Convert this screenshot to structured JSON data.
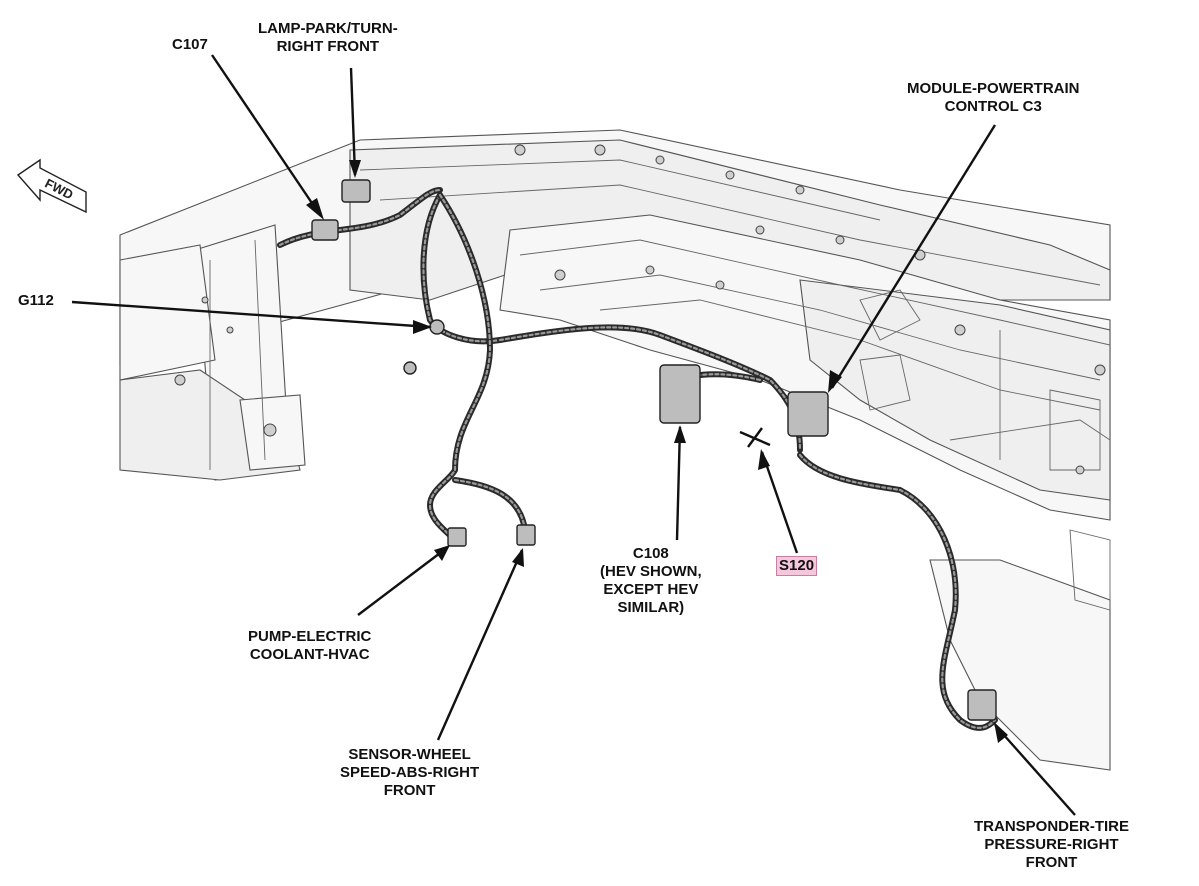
{
  "direction_marker": {
    "label": "FWD"
  },
  "callouts": {
    "lamp_park_turn": [
      "LAMP-PARK/TURN-",
      "RIGHT FRONT"
    ],
    "c107": [
      "C107"
    ],
    "module_pcm": [
      "MODULE-POWERTRAIN",
      "CONTROL C3"
    ],
    "g112": [
      "G112"
    ],
    "c108": [
      "C108",
      "(HEV SHOWN,",
      "EXCEPT HEV",
      "SIMILAR)"
    ],
    "s120": [
      "S120"
    ],
    "pump": [
      "PUMP-ELECTRIC",
      "COOLANT-HVAC"
    ],
    "sensor": [
      "SENSOR-WHEEL",
      "SPEED-ABS-RIGHT",
      "FRONT"
    ],
    "transponder": [
      "TRANSPONDER-TIRE",
      "PRESSURE-RIGHT",
      "FRONT"
    ]
  },
  "highlight_color": "#f6c6dc"
}
